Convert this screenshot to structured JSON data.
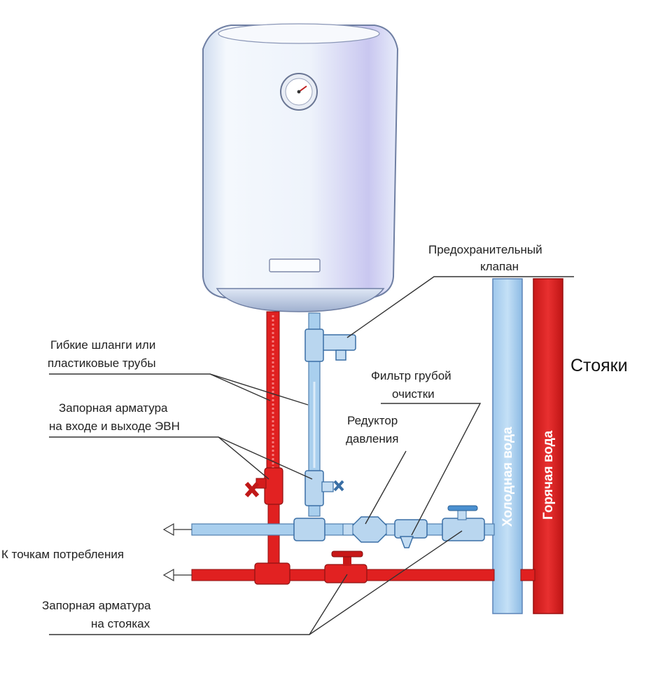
{
  "labels": {
    "safety_valve_line1": "Предохранительный",
    "safety_valve_line2": "клапан",
    "hoses_line1": "Гибкие шланги или",
    "hoses_line2": "пластиковые трубы",
    "shutoff_ewh_line1": "Запорная арматура",
    "shutoff_ewh_line2": "на входе и выходе ЭВН",
    "filter_line1": "Фильтр грубой",
    "filter_line2": "очистки",
    "reducer_line1": "Редуктор",
    "reducer_line2": "давления",
    "risers": "Стояки",
    "consumers": "К точкам потребления",
    "shutoff_risers_line1": "Запорная арматура",
    "shutoff_risers_line2": "на стояках",
    "cold_water": "Холодная вода",
    "hot_water": "Горячая вода"
  },
  "colors": {
    "hot_pipe": "#e02020",
    "cold_pipe": "#a9cfee",
    "tank_body": "#eaf1fb",
    "fittings": "#4a90d0"
  }
}
